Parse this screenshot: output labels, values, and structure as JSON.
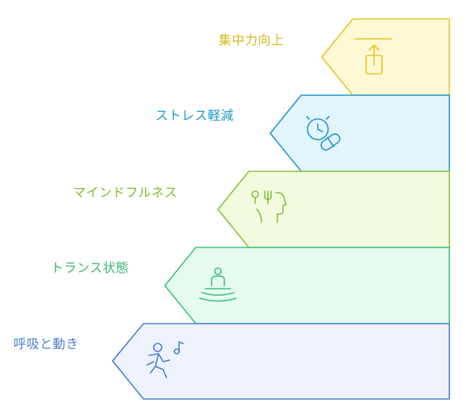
{
  "steps": [
    {
      "label": "集中力向上",
      "icon": "arrow-up-box-icon",
      "stroke": "#E2C624",
      "fill": "#FEF8D4",
      "text_color": "#D6B91A"
    },
    {
      "label": "ストレス軽減",
      "icon": "clock-pill-icon",
      "stroke": "#1F9BC4",
      "fill": "#E3F5FC",
      "text_color": "#1C9BC6"
    },
    {
      "label": "マインドフルネス",
      "icon": "mind-head-icon",
      "stroke": "#8DC13A",
      "fill": "#F2FADF",
      "text_color": "#86B92F"
    },
    {
      "label": "トランス状態",
      "icon": "meditation-icon",
      "stroke": "#3FC07E",
      "fill": "#E6FAF0",
      "text_color": "#3DB476"
    },
    {
      "label": "呼吸と動き",
      "icon": "person-music-icon",
      "stroke": "#4A7FD0",
      "fill": "#EDF2FC",
      "text_color": "#4A7FD0"
    }
  ]
}
